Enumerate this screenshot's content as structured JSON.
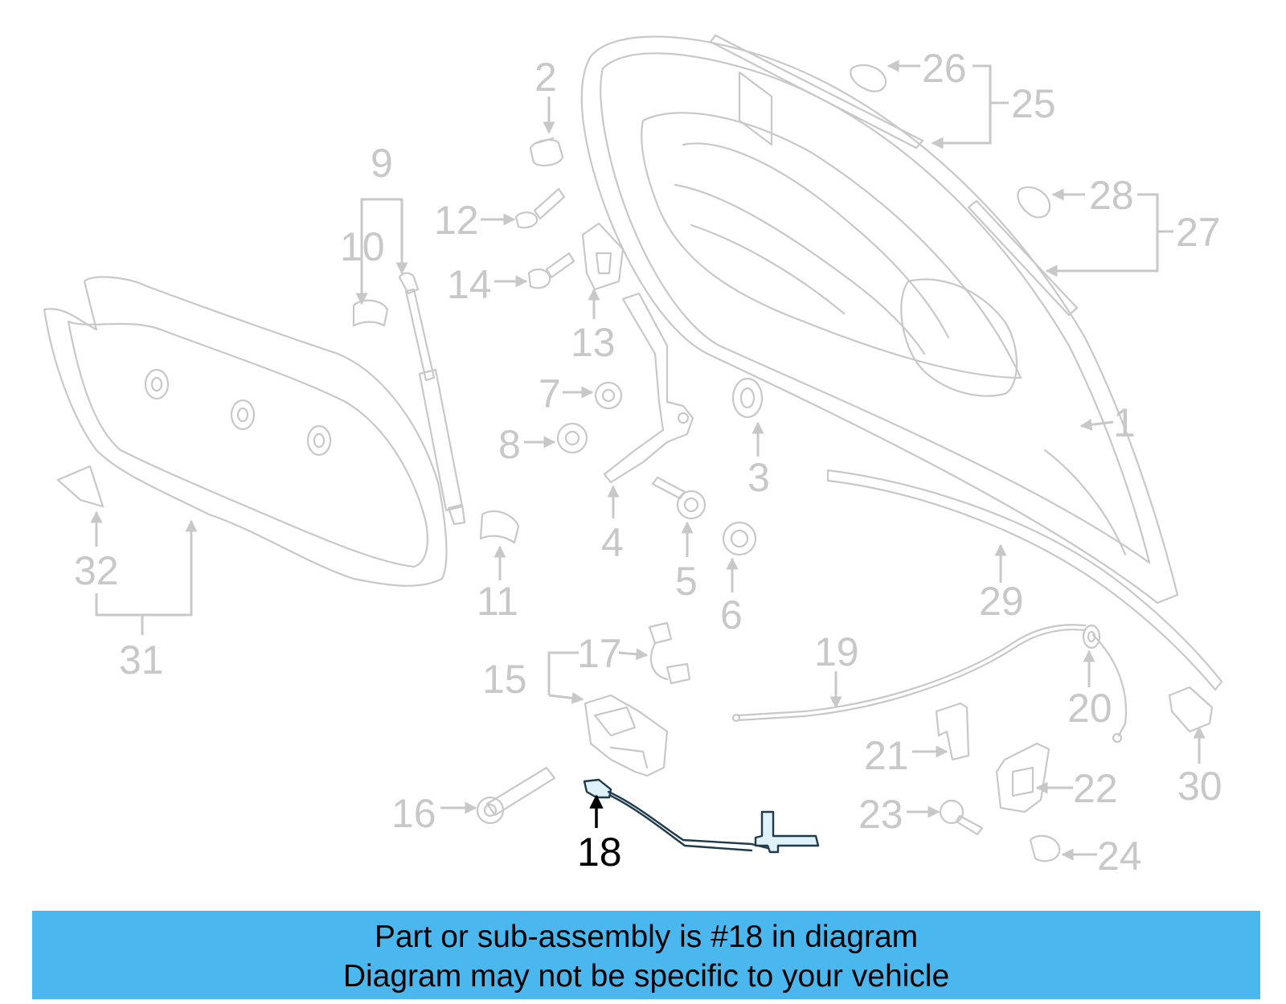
{
  "highlight_color": "#4ab8ef",
  "callout_color": "#c8c8c8",
  "highlight_part": "18",
  "callouts": {
    "c1": "1",
    "c2": "2",
    "c3": "3",
    "c4": "4",
    "c5": "5",
    "c6": "6",
    "c7": "7",
    "c8": "8",
    "c9": "9",
    "c10": "10",
    "c11": "11",
    "c12": "12",
    "c13": "13",
    "c14": "14",
    "c15": "15",
    "c16": "16",
    "c17": "17",
    "c18": "18",
    "c19": "19",
    "c20": "20",
    "c21": "21",
    "c22": "22",
    "c23": "23",
    "c24": "24",
    "c25": "25",
    "c26": "26",
    "c27": "27",
    "c28": "28",
    "c29": "29",
    "c30": "30",
    "c31": "31",
    "c32": "32"
  },
  "banner": {
    "line1": "Part or sub-assembly is #18 in diagram",
    "line2": "Diagram may not be specific to your vehicle"
  }
}
